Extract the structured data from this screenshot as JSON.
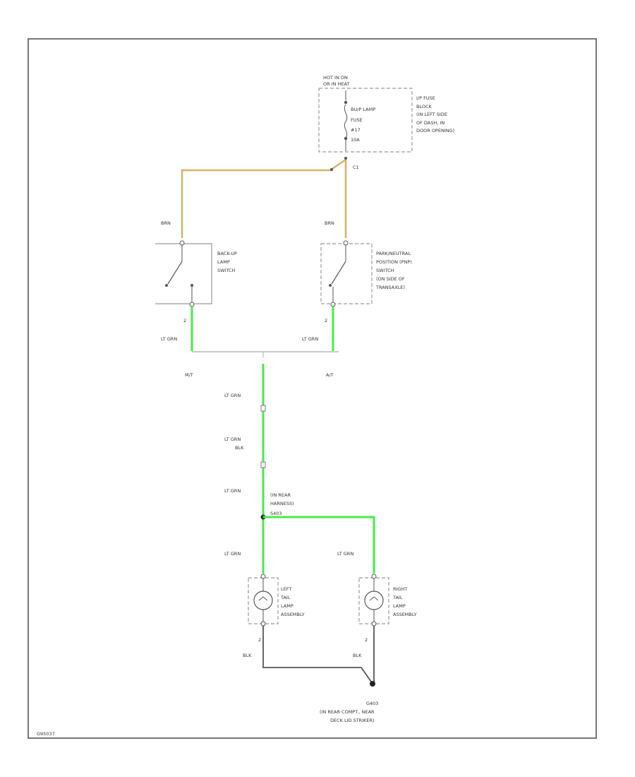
{
  "fuse_block": {
    "hot_line1": "HOT IN ON",
    "hot_line2": "OR IN HEAT",
    "fuse_line1": "BU/P LAMP",
    "fuse_line2": "FUSE",
    "fuse_line3": "#17",
    "fuse_line4": "10A",
    "desc_line1": "I/P FUSE",
    "desc_line2": "BLOCK",
    "desc_line3": "(IN LEFT SIDE",
    "desc_line4": "OF DASH, IN",
    "desc_line5": "DOOR OPENING)",
    "connector": "C1"
  },
  "wires": {
    "brn_left": "BRN",
    "brn_right": "BRN",
    "ltgrn_sw_left": "LT GRN",
    "ltgrn_sw_right": "LT GRN",
    "ltgrn_main1": "LT GRN",
    "ltgrn_blk_line1": "LT GRN",
    "ltgrn_blk_line2": "BLK",
    "ltgrn_main2": "LT GRN",
    "ltgrn_left_lamp": "LT GRN",
    "ltgrn_right_lamp": "LT GRN",
    "blk_left": "BLK",
    "blk_right": "BLK",
    "colors": {
      "brn": "#d4b36a",
      "lt_grn": "#44ee44",
      "blk": "#555555",
      "frame": "#777777"
    }
  },
  "backup_switch": {
    "line1": "BACK-UP",
    "line2": "LAMP",
    "line3": "SWITCH",
    "pin": "2",
    "variant": "M/T"
  },
  "pnp_switch": {
    "line1": "PARK/NEUTRAL",
    "line2": "POSITION (PNP)",
    "line3": "SWITCH",
    "line4": "(ON SIDE OF",
    "line5": "TRANSAXLE)",
    "pin": "2",
    "variant": "A/T"
  },
  "splice": {
    "line1": "(IN REAR",
    "line2": "HARNESS)",
    "id": "S403"
  },
  "left_lamp": {
    "line1": "LEFT",
    "line2": "TAIL",
    "line3": "LAMP",
    "line4": "ASSEMBLY",
    "pin": "2"
  },
  "right_lamp": {
    "line1": "RIGHT",
    "line2": "TAIL",
    "line3": "LAMP",
    "line4": "ASSEMBLY",
    "pin": "2"
  },
  "ground": {
    "id": "G403",
    "line1": "(IN REAR COMPT., NEAR",
    "line2": "DECK LID STRIKER)"
  },
  "figure_id": "G95037"
}
